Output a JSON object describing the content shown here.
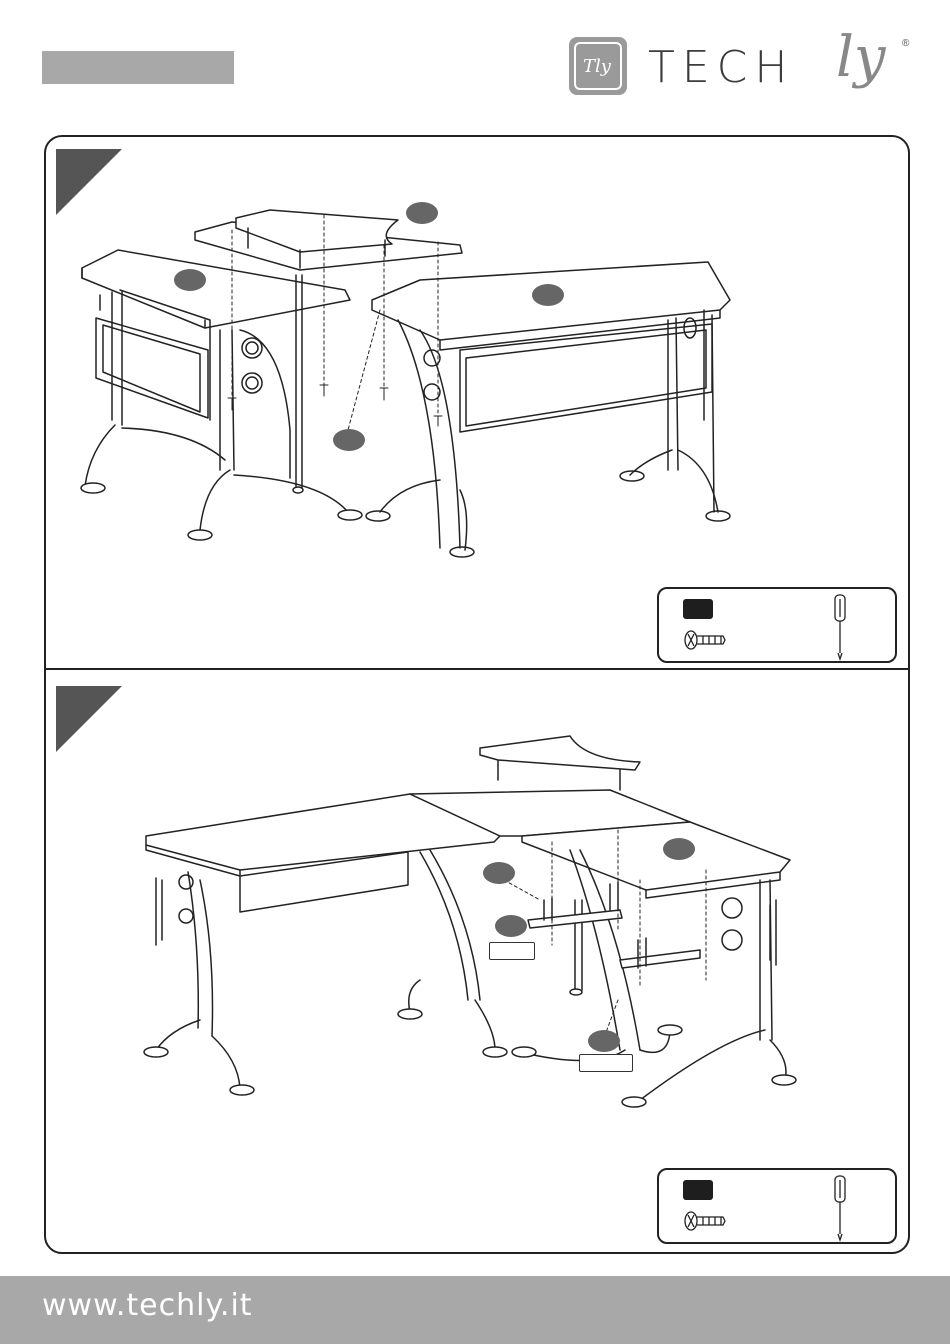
{
  "brand": {
    "name": "TECH",
    "script": "ly",
    "registered_mark": "®",
    "icon_text": "Tly",
    "accent_color": "#a8a8a8",
    "text_color": "#3c3c3c"
  },
  "header": {
    "step_title": ""
  },
  "steps": [
    {
      "number": "",
      "tools": {
        "screw_qty": "",
        "badge_icon": "black-tag-icon",
        "screw_icon": "screw-icon",
        "driver_icon": "screwdriver-icon"
      }
    },
    {
      "number": "",
      "tools": {
        "screw_qty": "",
        "badge_icon": "black-tag-icon",
        "screw_icon": "screw-icon",
        "driver_icon": "screwdriver-icon"
      }
    }
  ],
  "footer": {
    "url": "www.techly.it"
  }
}
